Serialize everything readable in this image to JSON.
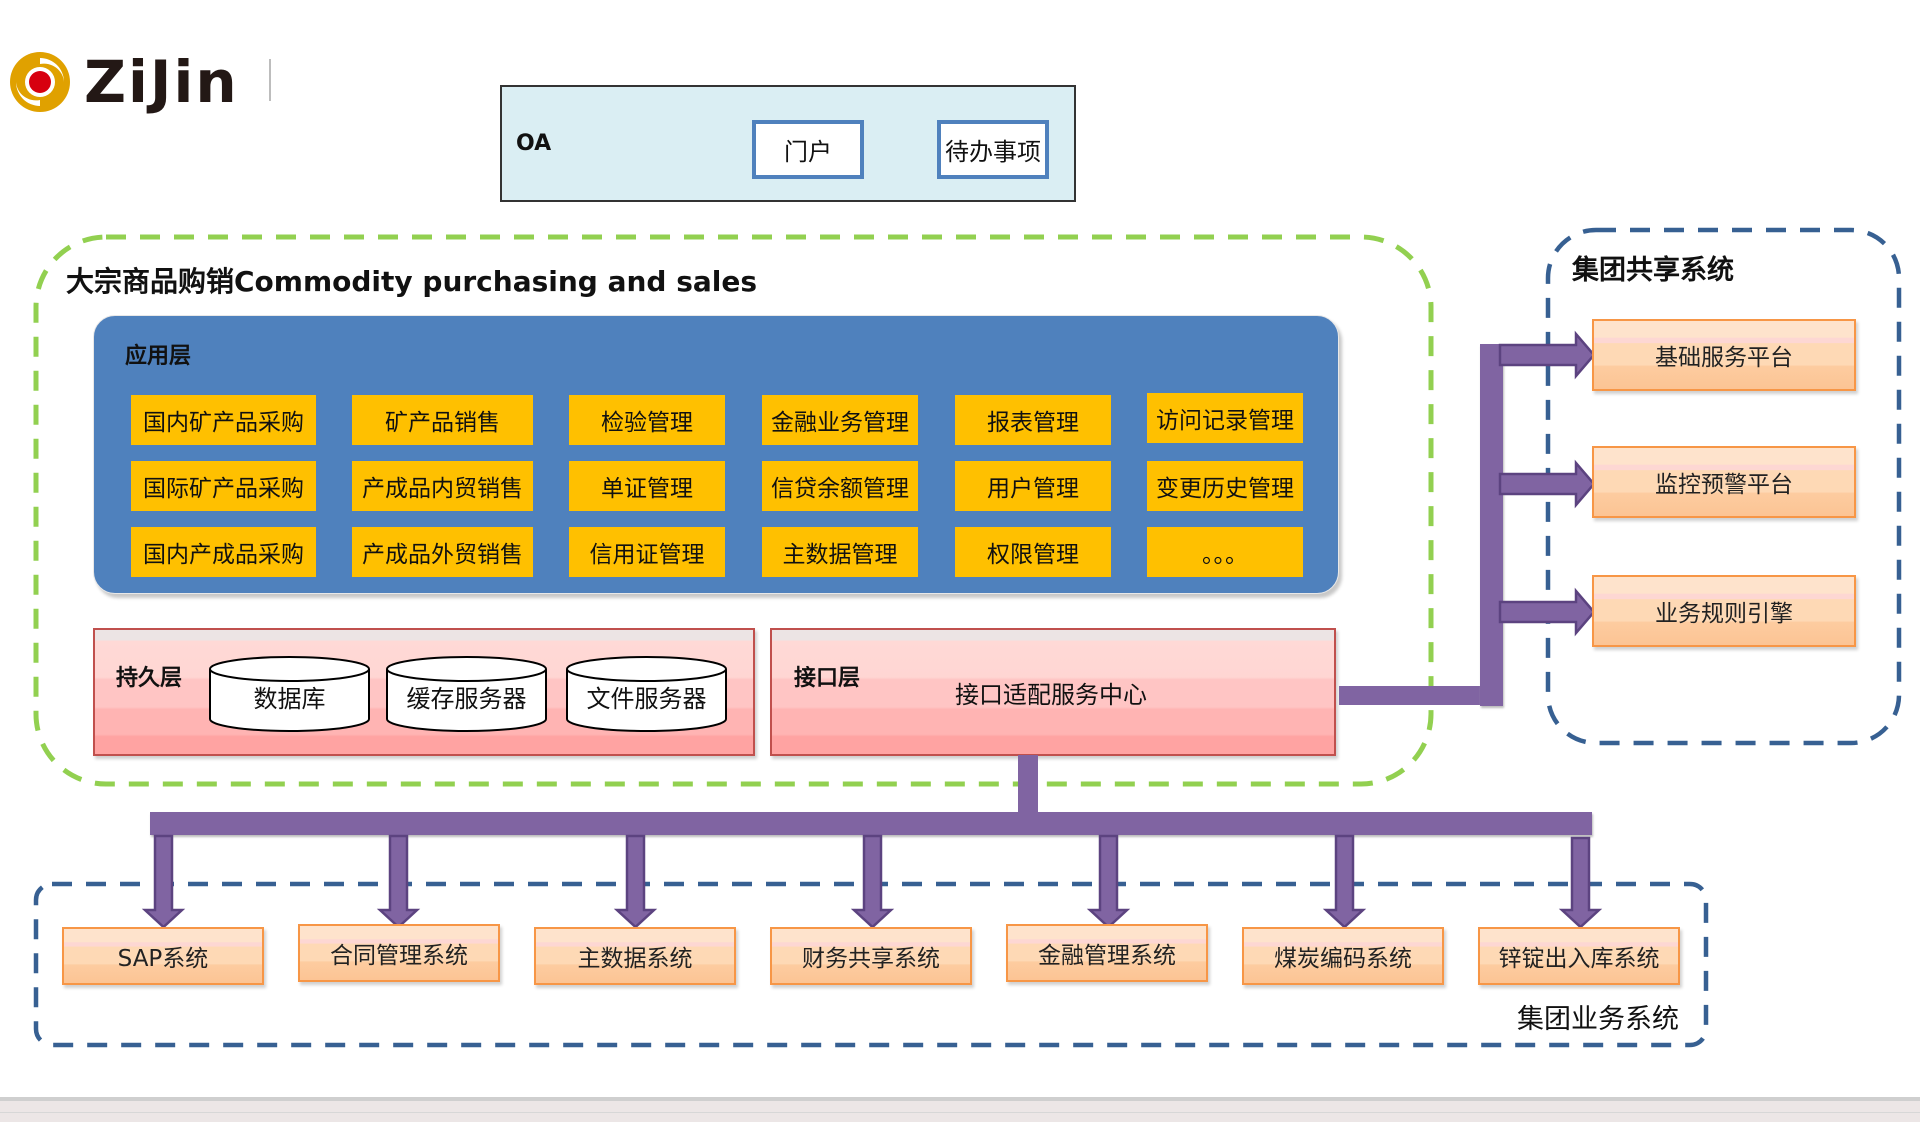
{
  "logo": {
    "text": "ZiJin",
    "icon": "zijin-swirl-logo-icon"
  },
  "colors": {
    "app_layer_bg": "#4f81bd",
    "module_bg": "#ffc000",
    "layer_border": "#c0504d",
    "connector": "#8064a2",
    "system_border": "#f79646",
    "outer_dash": "#92d050",
    "group_dash": "#376092",
    "oa_bg": "#daeef3"
  },
  "oa": {
    "label": "OA",
    "buttons": [
      "门户",
      "待办事项"
    ]
  },
  "main": {
    "title": "大宗商品购销Commodity purchasing and sales",
    "app_layer": {
      "title": "应用层",
      "modules": [
        [
          "国内矿产品采购",
          "矿产品销售",
          "检验管理",
          "金融业务管理",
          "报表管理",
          "访问记录管理"
        ],
        [
          "国际矿产品采购",
          "产成品内贸销售",
          "单证管理",
          "信贷余额管理",
          "用户管理",
          "变更历史管理"
        ],
        [
          "国内产成品采购",
          "产成品外贸销售",
          "信用证管理",
          "主数据管理",
          "权限管理",
          "。。。"
        ]
      ]
    },
    "persistence_layer": {
      "title": "持久层",
      "stores": [
        "数据库",
        "缓存服务器",
        "文件服务器"
      ]
    },
    "interface_layer": {
      "title": "接口层",
      "center": "接口适配服务中心"
    }
  },
  "shared_systems": {
    "title": "集团共享系统",
    "items": [
      "基础服务平台",
      "监控预警平台",
      "业务规则引擎"
    ]
  },
  "business_systems": {
    "title": "集团业务系统",
    "items": [
      "SAP系统",
      "合同管理系统",
      "主数据系统",
      "财务共享系统",
      "金融管理系统",
      "煤炭编码系统",
      "锌锭出入库系统"
    ]
  }
}
